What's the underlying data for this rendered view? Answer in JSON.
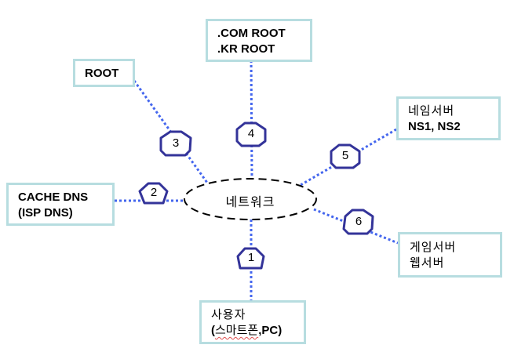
{
  "diagram": {
    "colors": {
      "link": "#4466ee",
      "badge_stroke": "#333399",
      "box_border": "#b7dde0",
      "ellipse": "#000000"
    },
    "center": {
      "label": "네트워크"
    },
    "nodes": {
      "com_root": {
        "lines": [
          ".COM ROOT",
          ".KR ROOT"
        ]
      },
      "root": {
        "lines": [
          "ROOT"
        ]
      },
      "cache_dns": {
        "lines": [
          "CACHE DNS",
          "(ISP DNS)"
        ]
      },
      "nameserver": {
        "lines": [
          "네임서버",
          "NS1, NS2"
        ]
      },
      "gameserver": {
        "lines": [
          "게임서버",
          "웹서버"
        ]
      },
      "user": {
        "line1": "사용자",
        "line2_prefix": "(",
        "line2_underlined": "스마트폰",
        "line2_suffix": ",PC)"
      }
    },
    "steps": [
      "1",
      "2",
      "3",
      "4",
      "5",
      "6"
    ]
  }
}
